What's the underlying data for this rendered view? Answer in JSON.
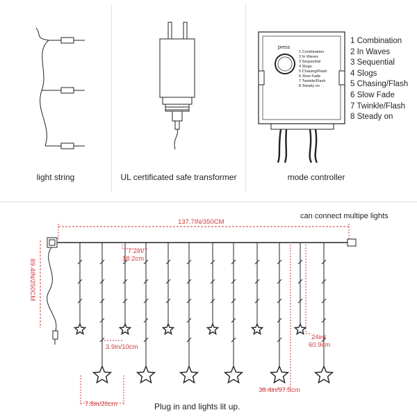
{
  "components": {
    "light_string_label": "light string",
    "transformer_label": "UL certificated safe transformer",
    "controller_label": "mode controller",
    "controller_press": "press",
    "controller_modes": [
      "1 Combination",
      "2 In Waves",
      "3 Sequential",
      "4 Slogs",
      "5 Chasing/Flash",
      "6 Slow Fade",
      "7 Twinkle/Flash",
      "8 Steady on"
    ]
  },
  "modes_list": [
    "1 Combination",
    "2 In Waves",
    "3 Sequential",
    "4 Slogs",
    "5 Chasing/Flash",
    "6 Slow Fade",
    "7 Twinkle/Flash",
    "8 Steady on"
  ],
  "dimensions": {
    "total_width": "137.7IN/350CM",
    "connect_note": "can connect multipe lights",
    "height": "89.4IN/250CM",
    "short_strand_a": "7.2in/",
    "short_strand_b": "18.2cm",
    "spacing_small": "3.9in/10cm",
    "spacing_large": "7.8in/20cm",
    "strand_24_a": "24in/",
    "strand_24_b": "60.9cm",
    "strand_long": "38.4in/97.5cm",
    "bottom_note": "Plug in and lights lit up."
  },
  "colors": {
    "dimension": "#d23a3a",
    "line": "#222222",
    "divider": "#dddddd"
  }
}
